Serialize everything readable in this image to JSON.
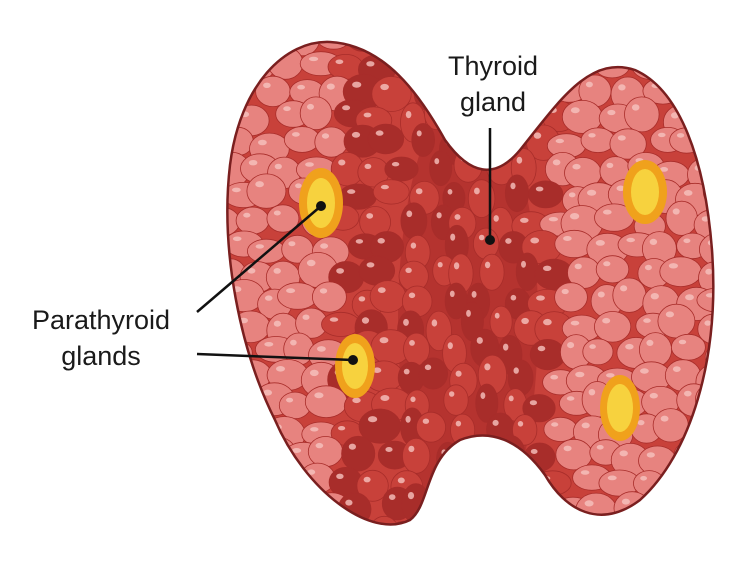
{
  "labels": {
    "thyroid": {
      "line1": "Thyroid",
      "line2": "gland"
    },
    "parathyroid": {
      "line1": "Parathyroid",
      "line2": "glands"
    }
  },
  "colors": {
    "background": "#ffffff",
    "gland_outline": "#7a1f1f",
    "gland_base": "#c8413a",
    "gland_light": "#e7837f",
    "gland_dark": "#a82d2a",
    "isthmus": "#b5332f",
    "lobule_highlight": "#f6c3bf",
    "parathyroid_outer": "#f0a11c",
    "parathyroid_inner": "#f7d23e",
    "leader_line": "#111111"
  }
}
